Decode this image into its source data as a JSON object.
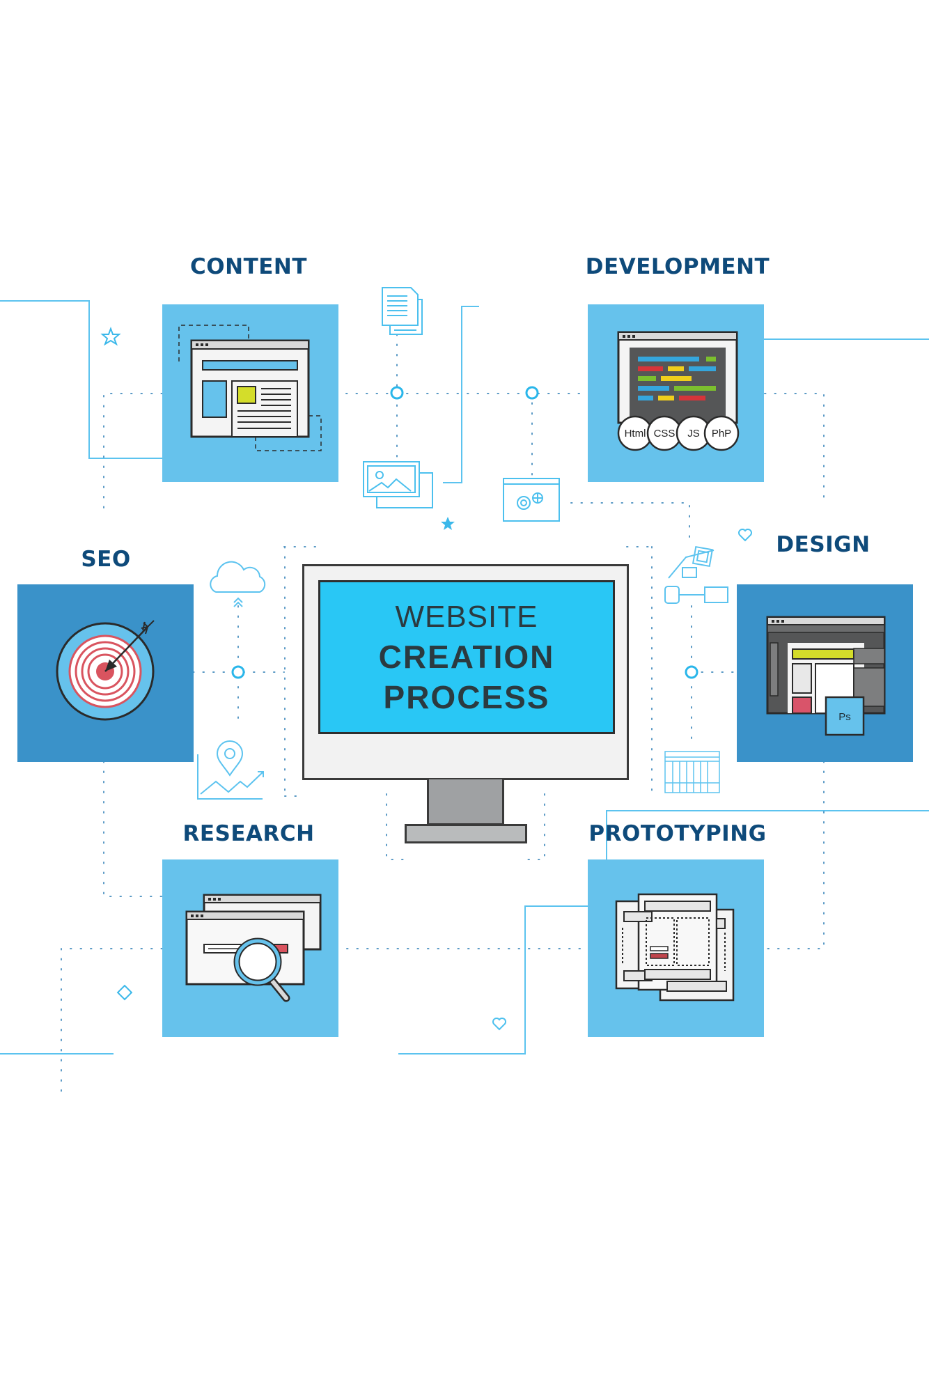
{
  "diagram": {
    "title_lines": [
      "WEBSITE",
      "CREATION",
      "PROCESS"
    ],
    "steps": [
      {
        "id": "content",
        "label": "CONTENT",
        "icon": "web-page-layout-icon"
      },
      {
        "id": "development",
        "label": "DEVELOPMENT",
        "icon": "code-editor-icon",
        "badges": [
          "Html",
          "CSS",
          "JS",
          "PhP"
        ]
      },
      {
        "id": "seo",
        "label": "SEO",
        "icon": "target-arrow-icon"
      },
      {
        "id": "design",
        "label": "DESIGN",
        "icon": "photoshop-layout-icon",
        "badge": "Ps"
      },
      {
        "id": "research",
        "label": "RESEARCH",
        "icon": "browser-search-icon"
      },
      {
        "id": "prototyping",
        "label": "PROTOTYPING",
        "icon": "wireframe-pages-icon"
      }
    ],
    "decorative_icons": [
      "star-icon",
      "document-icon",
      "image-gallery-icon",
      "gear-window-icon",
      "cloud-upload-icon",
      "location-chart-icon",
      "sitemap-icon",
      "table-icon",
      "heart-icon",
      "diamond-icon"
    ]
  },
  "colors": {
    "label": "#0e4a7a",
    "box_light": "#66c2ec",
    "box_dark": "#3a92c9",
    "screen": "#29c7f5",
    "line": "#5cc3ef",
    "dots": "#2f7fb6",
    "accent_yellow": "#d4dd2a",
    "accent_red": "#d9545f"
  }
}
